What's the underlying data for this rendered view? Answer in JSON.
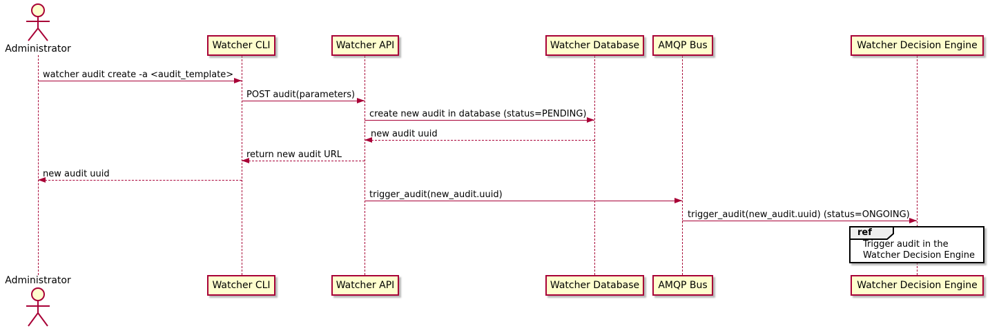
{
  "diagram": {
    "type": "sequence-diagram",
    "colors": {
      "participant_fill": "#FEFECE",
      "participant_border": "#A80036",
      "arrow": "#A80036",
      "lifeline": "#A80036",
      "ref_border": "#000000",
      "ref_header_fill": "#EEEEEE",
      "text": "#000000",
      "background": "#FFFFFF"
    }
  },
  "actor": {
    "name": "Administrator"
  },
  "participants": [
    {
      "label": "Watcher CLI"
    },
    {
      "label": "Watcher API"
    },
    {
      "label": "Watcher Database"
    },
    {
      "label": "AMQP Bus"
    },
    {
      "label": "Watcher Decision Engine"
    }
  ],
  "messages": [
    {
      "text": "watcher audit create -a <audit_template>",
      "from": "Administrator",
      "to": "Watcher CLI",
      "style": "solid"
    },
    {
      "text": "POST audit(parameters)",
      "from": "Watcher CLI",
      "to": "Watcher API",
      "style": "solid"
    },
    {
      "text": "create new audit in database (status=PENDING)",
      "from": "Watcher API",
      "to": "Watcher Database",
      "style": "solid"
    },
    {
      "text": "new audit uuid",
      "from": "Watcher Database",
      "to": "Watcher API",
      "style": "dashed"
    },
    {
      "text": "return new audit URL",
      "from": "Watcher API",
      "to": "Watcher CLI",
      "style": "dashed"
    },
    {
      "text": "new audit uuid",
      "from": "Watcher CLI",
      "to": "Administrator",
      "style": "dashed"
    },
    {
      "text": "trigger_audit(new_audit.uuid)",
      "from": "Watcher API",
      "to": "AMQP Bus",
      "style": "solid"
    },
    {
      "text": "trigger_audit(new_audit.uuid) (status=ONGOING)",
      "from": "AMQP Bus",
      "to": "Watcher Decision Engine",
      "style": "solid"
    }
  ],
  "ref": {
    "keyword": "ref",
    "lines": [
      "Trigger audit in the",
      "Watcher Decision Engine"
    ],
    "over": "Watcher Decision Engine"
  }
}
